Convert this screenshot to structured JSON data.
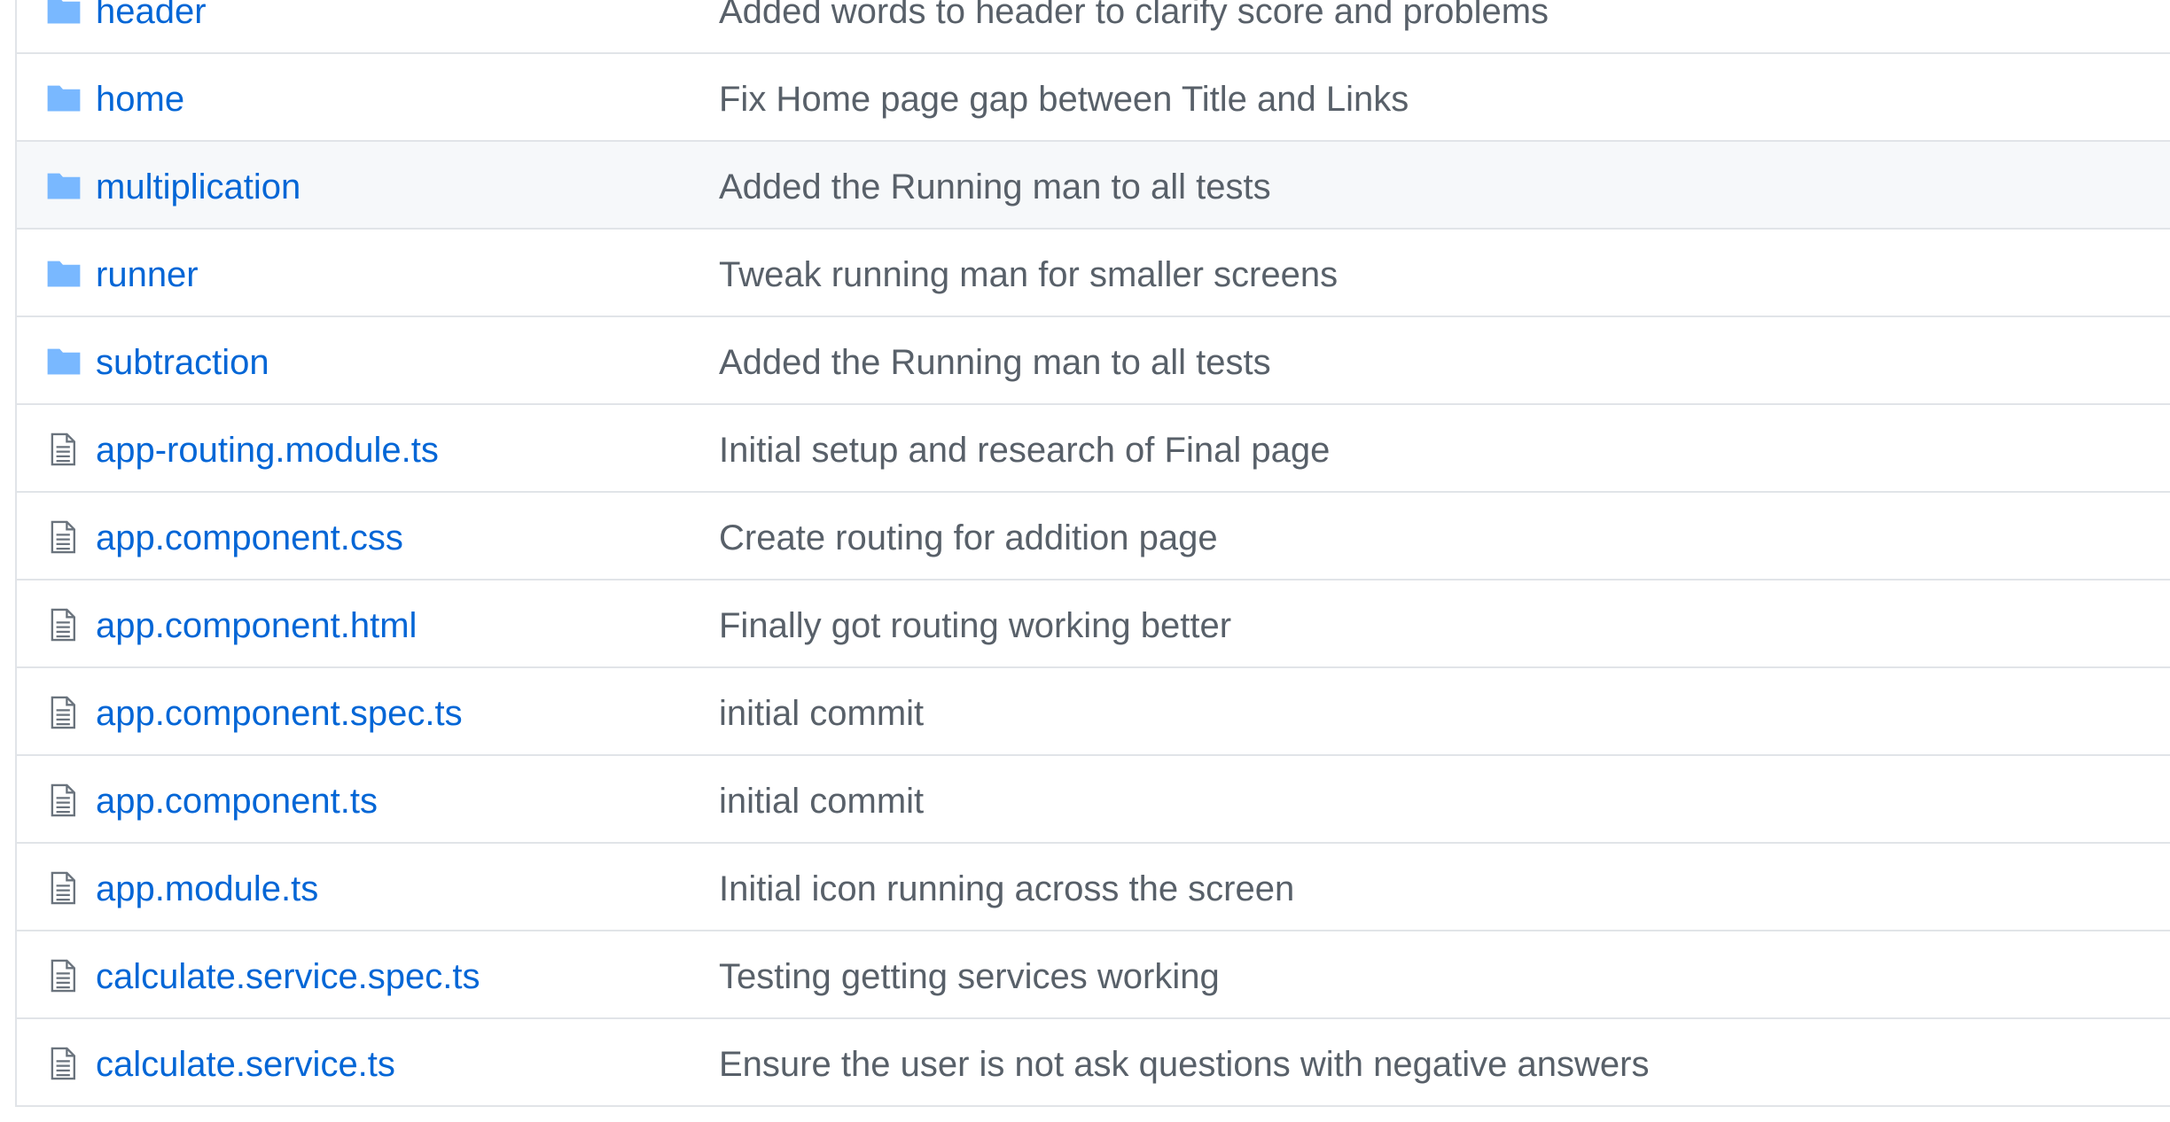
{
  "colors": {
    "link": "#0366d6",
    "message": "#586069",
    "folder_icon": "#79b8ff",
    "file_icon": "#6a737d",
    "border": "#e1e4e8",
    "row_highlight": "#f6f8fa"
  },
  "file_list": {
    "rows": [
      {
        "type": "folder",
        "icon": "folder-icon",
        "name": "header",
        "message": "Added words to header to clarify score and problems"
      },
      {
        "type": "folder",
        "icon": "folder-icon",
        "name": "home",
        "message": "Fix Home page gap between Title and Links"
      },
      {
        "type": "folder",
        "icon": "folder-icon",
        "name": "multiplication",
        "message": "Added the Running man to all tests"
      },
      {
        "type": "folder",
        "icon": "folder-icon",
        "name": "runner",
        "message": "Tweak running man for smaller screens"
      },
      {
        "type": "folder",
        "icon": "folder-icon",
        "name": "subtraction",
        "message": "Added the Running man to all tests"
      },
      {
        "type": "file",
        "icon": "file-icon",
        "name": "app-routing.module.ts",
        "message": "Initial setup and research of Final page"
      },
      {
        "type": "file",
        "icon": "file-icon",
        "name": "app.component.css",
        "message": "Create routing for addition page"
      },
      {
        "type": "file",
        "icon": "file-icon",
        "name": "app.component.html",
        "message": "Finally got routing working better"
      },
      {
        "type": "file",
        "icon": "file-icon",
        "name": "app.component.spec.ts",
        "message": "initial commit"
      },
      {
        "type": "file",
        "icon": "file-icon",
        "name": "app.component.ts",
        "message": "initial commit"
      },
      {
        "type": "file",
        "icon": "file-icon",
        "name": "app.module.ts",
        "message": "Initial icon running across the screen"
      },
      {
        "type": "file",
        "icon": "file-icon",
        "name": "calculate.service.spec.ts",
        "message": "Testing getting services working"
      },
      {
        "type": "file",
        "icon": "file-icon",
        "name": "calculate.service.ts",
        "message": "Ensure the user is not ask questions with negative answers"
      }
    ]
  }
}
